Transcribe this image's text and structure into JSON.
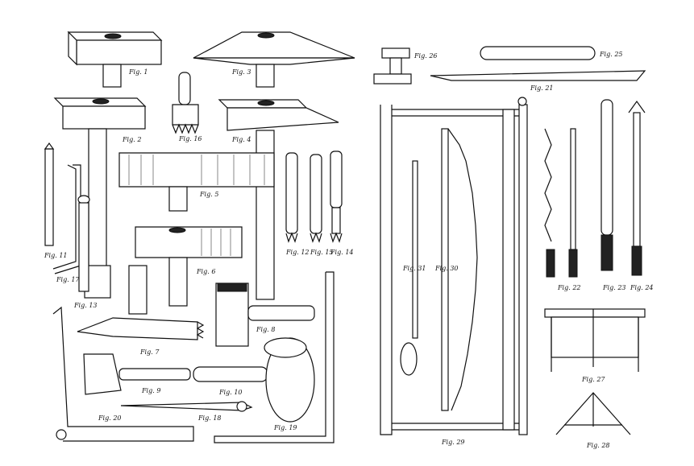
{
  "labels": {
    "fig1": "Fig. 1",
    "fig2": "Fig. 2",
    "fig3": "Fig. 3",
    "fig4": "Fig. 4",
    "fig5": "Fig. 5",
    "fig6": "Fig. 6",
    "fig7": "Fig. 7",
    "fig8": "Fig. 8",
    "fig9": "Fig. 9",
    "fig10": "Fig. 10",
    "fig11": "Fig. 11",
    "fig12": "Fig. 12",
    "fig13": "Fig. 13",
    "fig14": "Fig. 14",
    "fig15": "Fig. 15",
    "fig16": "Fig. 16",
    "fig17": "Fig. 17",
    "fig18": "Fig. 18",
    "fig19": "Fig. 19",
    "fig20": "Fig. 20",
    "fig21": "Fig. 21",
    "fig22": "Fig. 22",
    "fig23": "Fig. 23",
    "fig24": "Fig. 24",
    "fig25": "Fig. 25",
    "fig26": "Fig. 26",
    "fig27": "Fig. 27",
    "fig28": "Fig. 28",
    "fig29": "Fig. 29",
    "fig30": "Fig. 30",
    "fig31": "Fig. 31"
  }
}
